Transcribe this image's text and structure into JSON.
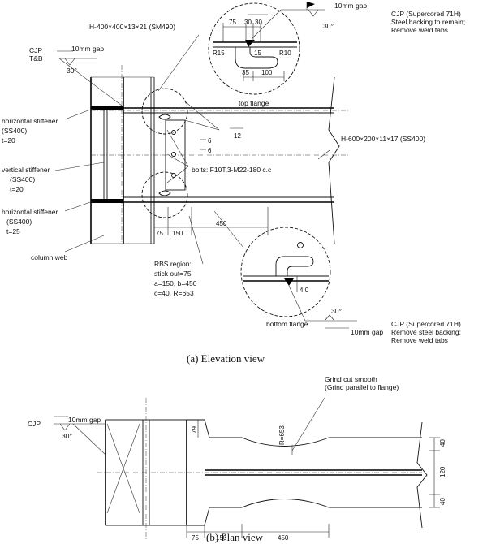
{
  "elevation": {
    "column_section": "H-400×400×13×21 (SM490)",
    "beam_section": "H-600×200×11×17 (SS400)",
    "cjp_left": "CJP",
    "cjp_left_tb": "T&B",
    "cjp_left_gap": "10mm gap",
    "cjp_left_angle": "30°",
    "cjp_top_gap": "10mm gap",
    "cjp_top_angle": "30°",
    "cjp_top_note": [
      "CJP (Supercored 71H)",
      "Steel backing to remain;",
      "Remove weld tabs"
    ],
    "cjp_bottom_gap": "10mm gap",
    "cjp_bottom_angle": "30°",
    "cjp_bottom_note": [
      "CJP (Supercored 71H)",
      "Remove steel backing;",
      "Remove weld tabs"
    ],
    "horizontal_stiffener_top": [
      "horizontal stiffener",
      "(SS400)",
      "t=20"
    ],
    "vertical_stiffener": [
      "vertical stiffener",
      "(SS400)",
      "t=20"
    ],
    "horizontal_stiffener_bottom": [
      "horizontal stiffener",
      "(SS400)",
      "t=25"
    ],
    "column_web": "column web",
    "bolts": "bolts: F10T,3-M22-180 c.c",
    "slope": "12",
    "dim_6a": "6",
    "dim_6b": "6",
    "rbs": [
      "RBS region:",
      "stick out=75",
      "a=150, b=450",
      "c=40, R=653"
    ],
    "dims_bottom": [
      "75",
      "150",
      "450"
    ],
    "top_flange": {
      "label": "top flange",
      "d75": "75",
      "d30a": "30",
      "d30b": "30",
      "r15": "R15",
      "d15": "15",
      "r10": "R10",
      "d35": "35",
      "d100": "100"
    },
    "bottom_flange": {
      "label": "bottom flange",
      "d40": "4.0"
    },
    "caption": "(a)  Elevation  view"
  },
  "plan": {
    "cjp": "CJP",
    "cjp_gap": "10mm gap",
    "cjp_angle": "30°",
    "grind": [
      "Grind cut smooth",
      "(Grind parallel to flange)"
    ],
    "radius": "R=653",
    "d79": "79",
    "d40a": "40",
    "d120": "120",
    "d40b": "40",
    "dims_bottom": [
      "75",
      "150",
      "450"
    ],
    "caption": "(b)  Plan  view"
  },
  "colors": {
    "line": "#111111",
    "background": "#ffffff"
  }
}
